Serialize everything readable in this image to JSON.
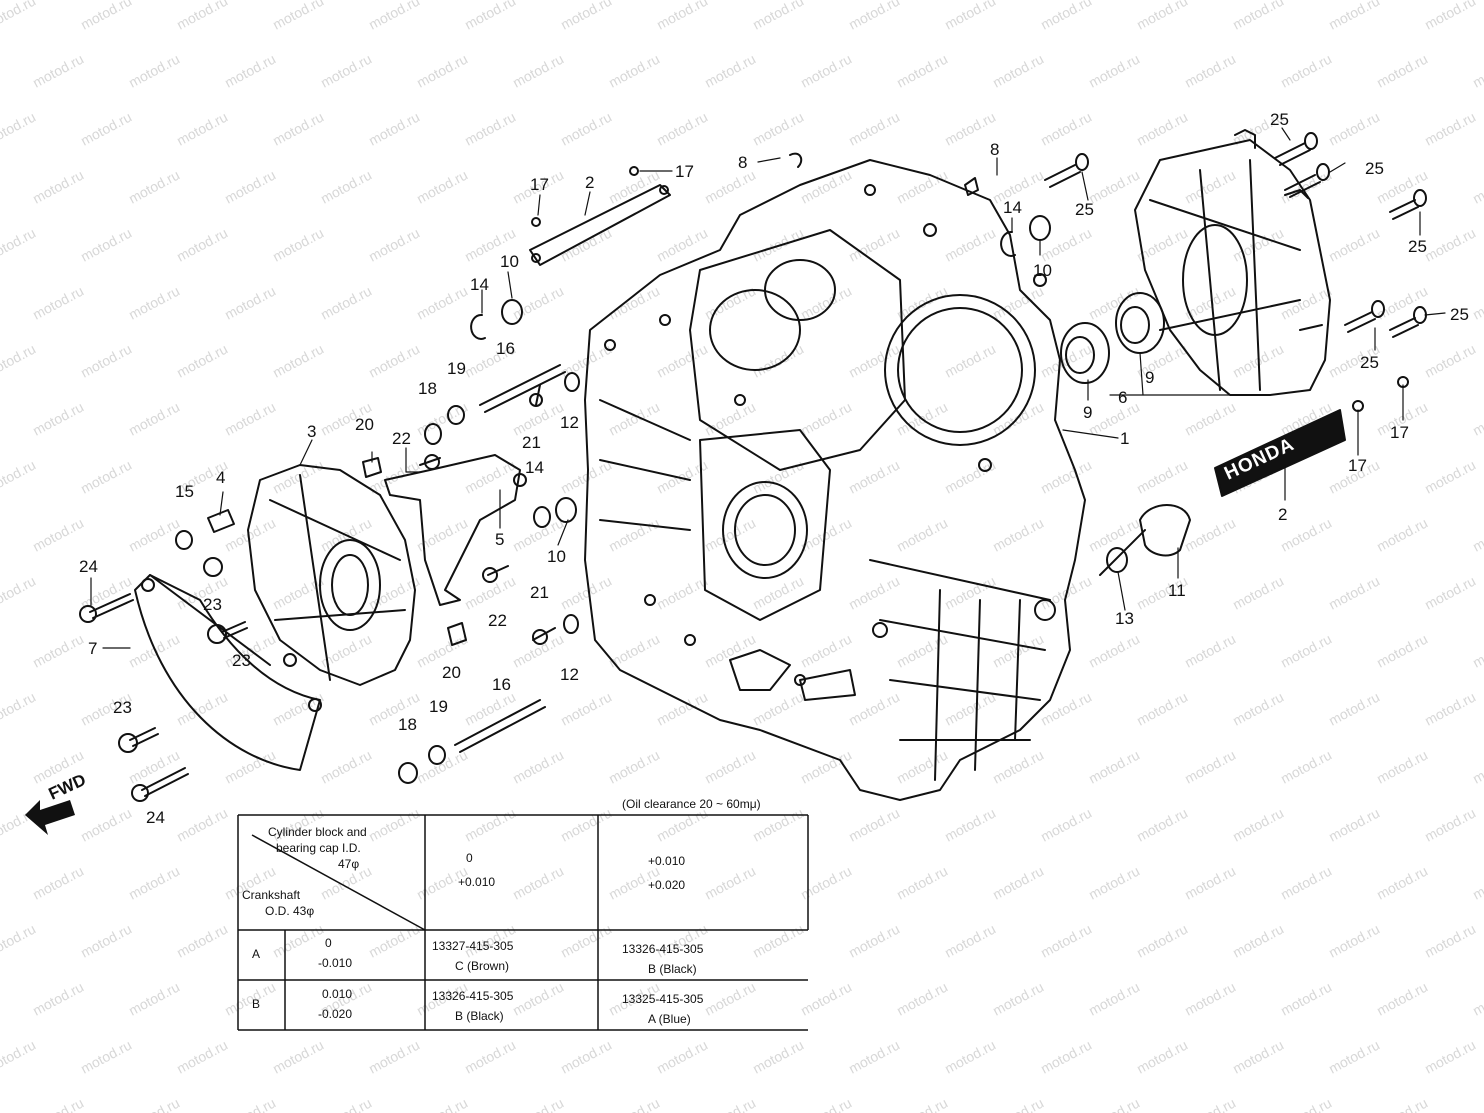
{
  "watermark": "motod.ru",
  "fwd_label": "FWD",
  "brand_plate": "HONDA",
  "callouts": [
    {
      "id": "c-17a",
      "text": "17"
    },
    {
      "id": "c-2a",
      "text": "2"
    },
    {
      "id": "c-17b",
      "text": "17"
    },
    {
      "id": "c-8a",
      "text": "8"
    },
    {
      "id": "c-8b",
      "text": "8"
    },
    {
      "id": "c-14a",
      "text": "14"
    },
    {
      "id": "c-10a",
      "text": "10"
    },
    {
      "id": "c-25a",
      "text": "25"
    },
    {
      "id": "c-25b",
      "text": "25"
    },
    {
      "id": "c-25c",
      "text": "25"
    },
    {
      "id": "c-25d",
      "text": "25"
    },
    {
      "id": "c-25e",
      "text": "25"
    },
    {
      "id": "c-25f",
      "text": "25"
    },
    {
      "id": "c-25g",
      "text": "25"
    },
    {
      "id": "c-14b",
      "text": "14"
    },
    {
      "id": "c-10b",
      "text": "10"
    },
    {
      "id": "c-16a",
      "text": "16"
    },
    {
      "id": "c-19a",
      "text": "19"
    },
    {
      "id": "c-18a",
      "text": "18"
    },
    {
      "id": "c-12a",
      "text": "12"
    },
    {
      "id": "c-21a",
      "text": "21"
    },
    {
      "id": "c-9a",
      "text": "9"
    },
    {
      "id": "c-9b",
      "text": "9"
    },
    {
      "id": "c-6",
      "text": "6"
    },
    {
      "id": "c-1",
      "text": "1"
    },
    {
      "id": "c-17c",
      "text": "17"
    },
    {
      "id": "c-17d",
      "text": "17"
    },
    {
      "id": "c-2b",
      "text": "2"
    },
    {
      "id": "c-3",
      "text": "3"
    },
    {
      "id": "c-20a",
      "text": "20"
    },
    {
      "id": "c-22a",
      "text": "22"
    },
    {
      "id": "c-14c",
      "text": "14"
    },
    {
      "id": "c-5",
      "text": "5"
    },
    {
      "id": "c-10c",
      "text": "10"
    },
    {
      "id": "c-15",
      "text": "15"
    },
    {
      "id": "c-4",
      "text": "4"
    },
    {
      "id": "c-24a",
      "text": "24"
    },
    {
      "id": "c-23a",
      "text": "23"
    },
    {
      "id": "c-23b",
      "text": "23"
    },
    {
      "id": "c-7",
      "text": "7"
    },
    {
      "id": "c-22b",
      "text": "22"
    },
    {
      "id": "c-21b",
      "text": "21"
    },
    {
      "id": "c-12b",
      "text": "12"
    },
    {
      "id": "c-20b",
      "text": "20"
    },
    {
      "id": "c-13",
      "text": "13"
    },
    {
      "id": "c-11",
      "text": "11"
    },
    {
      "id": "c-16b",
      "text": "16"
    },
    {
      "id": "c-19b",
      "text": "19"
    },
    {
      "id": "c-18b",
      "text": "18"
    },
    {
      "id": "c-23c",
      "text": "23"
    },
    {
      "id": "c-24b",
      "text": "24"
    }
  ],
  "bearing_table": {
    "note": "(Oil clearance 20 ~ 60mμ)",
    "header_cell": [
      "Cylinder block and",
      "bearing cap I.D.",
      "47φ"
    ],
    "row_header": [
      "Crankshaft",
      "O.D. 43φ"
    ],
    "col_heads": [
      [
        "0",
        "+0.010"
      ],
      [
        "+0.010",
        "+0.020"
      ]
    ],
    "rows": [
      {
        "code": "A",
        "range": [
          "0",
          "-0.010"
        ],
        "cells": [
          [
            "13327-415-305",
            "C (Brown)"
          ],
          [
            "13326-415-305",
            "B (Black)"
          ]
        ]
      },
      {
        "code": "B",
        "range": [
          "0.010",
          "-0.020"
        ],
        "cells": [
          [
            "13326-415-305",
            "B (Black)"
          ],
          [
            "13325-415-305",
            "A (Blue)"
          ]
        ]
      }
    ]
  }
}
